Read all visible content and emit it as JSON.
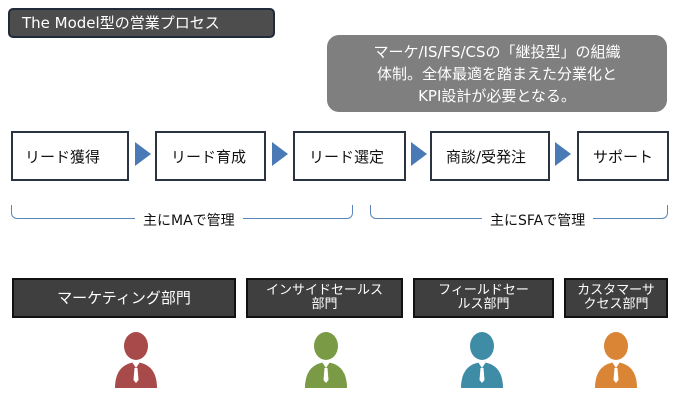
{
  "title": "The Model型の営業プロセス",
  "callout": "マーケ/IS/FS/CSの「継投型」の組織\n体制。全体最適を踏まえた分業化と\nKPI設計が必要となる。",
  "steps": [
    "リード獲得",
    "リード育成",
    "リード選定",
    "商談/受発注",
    "サポート"
  ],
  "groups": [
    "主にMAで管理",
    "主にSFAで管理"
  ],
  "departments": [
    {
      "label": "マーケティング部門",
      "color": "#a94a4a"
    },
    {
      "label": "インサイドセールス\n部門",
      "color": "#7a9a45"
    },
    {
      "label": "フィールドセー\nルス部門",
      "color": "#3f8ca6"
    },
    {
      "label": "カスタマーサ\nクセス部門",
      "color": "#d98535"
    }
  ],
  "colors": {
    "arrow": "#4a7ab5",
    "bracket": "#5b87b8",
    "callout": "#7f7f7f",
    "dept_bg": "#3f3f3f"
  },
  "icons": {
    "arrow": "triangle-right-icon",
    "person": "person-silhouette-icon"
  }
}
